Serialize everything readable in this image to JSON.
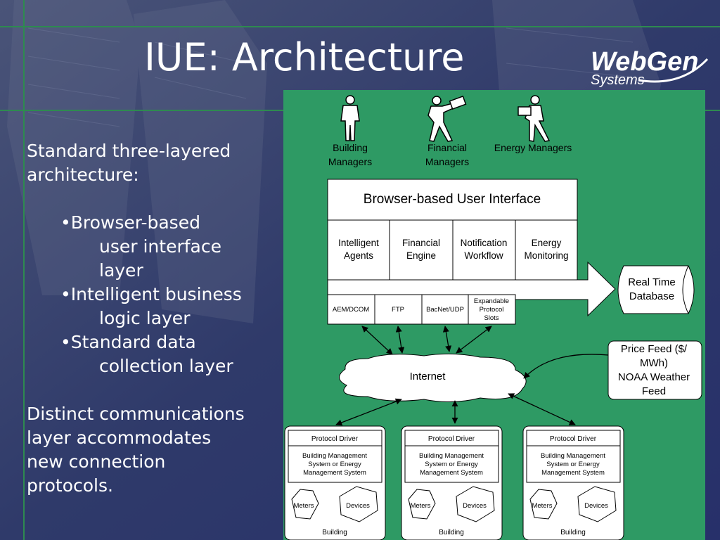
{
  "slide": {
    "title": "IUE: Architecture",
    "logo_line1": "WebGen",
    "logo_line2": "Systems"
  },
  "text": {
    "intro_line1": "Standard three-layered",
    "intro_line2": "architecture:",
    "bullet1_line1": "Browser-based",
    "bullet1_line2": "user interface",
    "bullet1_line3": "layer",
    "bullet2_line1": "Intelligent business",
    "bullet2_line2": "logic layer",
    "bullet3_line1": "Standard data",
    "bullet3_line2": "collection layer",
    "outro_line1": "Distinct communications",
    "outro_line2": "layer accommodates",
    "outro_line3": "new connection",
    "outro_line4": "protocols."
  },
  "diagram": {
    "users": [
      {
        "line1": "Building",
        "line2": "Managers"
      },
      {
        "line1": "Financial",
        "line2": "Managers"
      },
      {
        "line1": "Energy Managers",
        "line2": ""
      }
    ],
    "ui_title": "Browser-based User Interface",
    "modules": [
      {
        "line1": "Intelligent",
        "line2": "Agents"
      },
      {
        "line1": "Financial",
        "line2": "Engine"
      },
      {
        "line1": "Notification",
        "line2": "Workflow"
      },
      {
        "line1": "Energy",
        "line2": "Monitoring"
      }
    ],
    "protocols": [
      "AEM/DCOM",
      "FTP",
      "BacNet/UDP"
    ],
    "expandable": [
      "Expandable",
      "Protocol",
      "Slots"
    ],
    "database": {
      "line1": "Real Time",
      "line2": "Database"
    },
    "feed": {
      "line1": "Price Feed ($/",
      "line2": "MWh)",
      "line3": "NOAA Weather",
      "line4": "Feed"
    },
    "internet": "Internet",
    "building": {
      "driver": "Protocol Driver",
      "bms_line1": "Building Management",
      "bms_line2": "System or Energy",
      "bms_line3": "Management System",
      "meters": "Meters",
      "devices": "Devices",
      "label": "Building"
    },
    "colors": {
      "green": "#2e9a64",
      "navy": "#2a3566",
      "white": "#ffffff"
    }
  }
}
